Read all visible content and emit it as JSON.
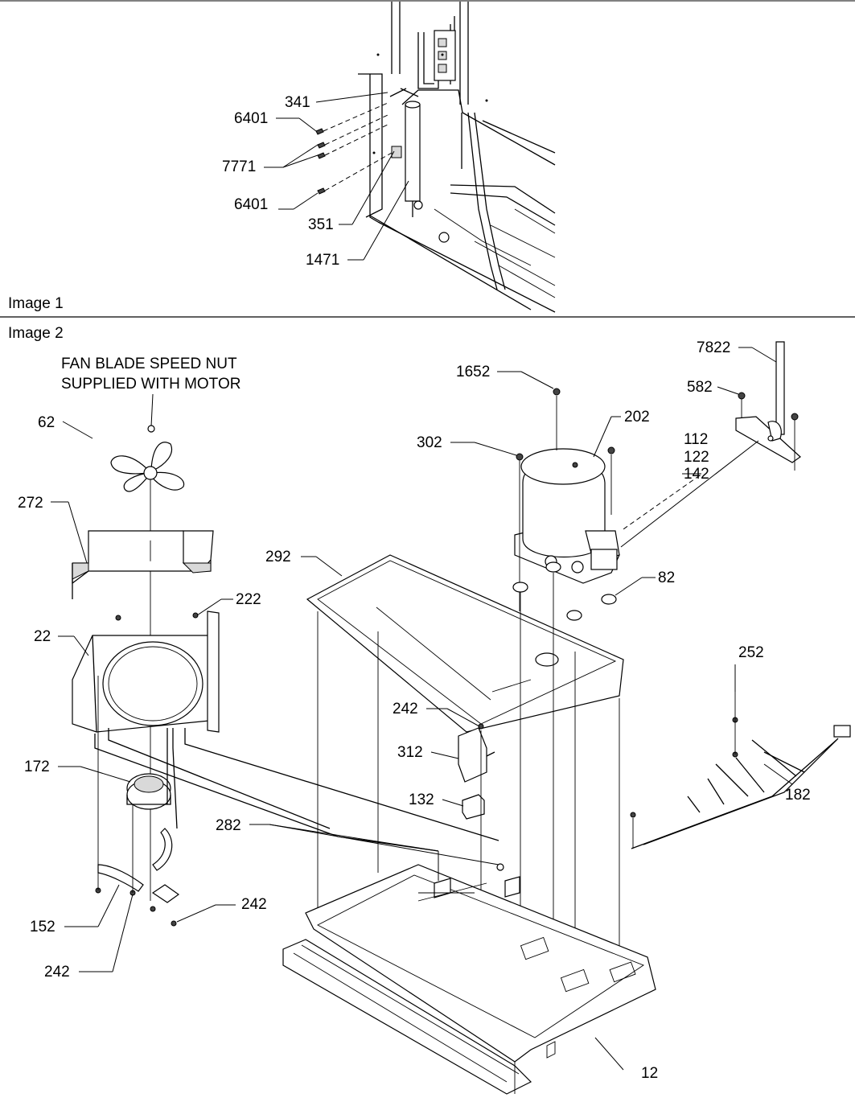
{
  "image1": {
    "caption": "Image 1",
    "callouts": {
      "c341": "341",
      "c6401_top": "6401",
      "c7771": "7771",
      "c6401_bottom": "6401",
      "c351": "351",
      "c1471": "1471"
    }
  },
  "image2": {
    "caption": "Image 2",
    "note_line1": "FAN BLADE SPEED NUT",
    "note_line2": "SUPPLIED WITH MOTOR",
    "callouts": {
      "c62": "62",
      "c272": "272",
      "c222": "222",
      "c22": "22",
      "c172": "172",
      "c152": "152",
      "c242_left": "242",
      "c242_lower": "242",
      "c282": "282",
      "c292": "292",
      "c1652": "1652",
      "c302": "302",
      "c202": "202",
      "c7822": "7822",
      "c582": "582",
      "c112": "112",
      "c122": "122",
      "c142": "142",
      "c82": "82",
      "c242_mid": "242",
      "c312": "312",
      "c132": "132",
      "c252": "252",
      "c182": "182",
      "c12": "12"
    }
  }
}
